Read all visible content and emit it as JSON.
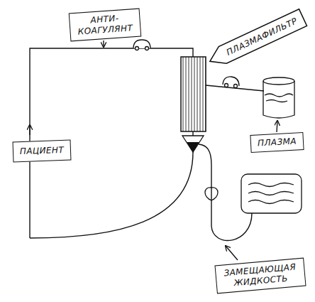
{
  "diagram": {
    "nodes": [
      {
        "text": [
          "АНТИ- КОАГУЛЯНТ"
        ]
      },
      {
        "text": [
          "ПЛАЗМАФИЛЬТР"
        ]
      },
      {
        "text": [
          "ПАЦИЕНТ"
        ]
      },
      {
        "text": [
          "ПЛАЗМА"
        ]
      },
      {
        "text": [
          "ЗАМЕЩАЮЩАЯ ЖИДКОСТЬ"
        ]
      }
    ]
  }
}
